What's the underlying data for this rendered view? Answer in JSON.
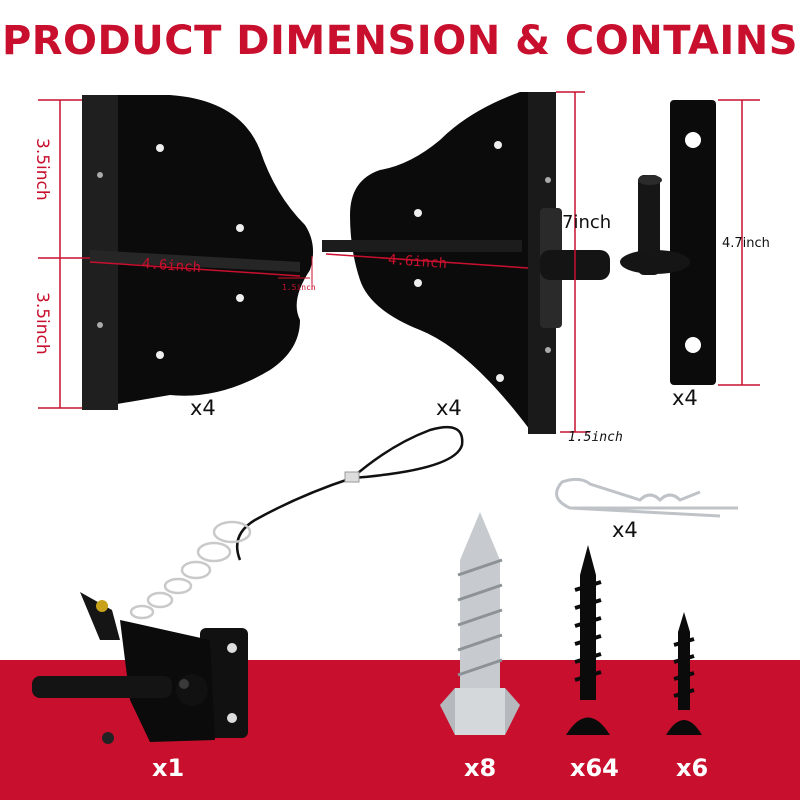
{
  "title": "PRODUCT DIMENSION & CONTAINS",
  "colors": {
    "accent": "#c8102e",
    "metal_black": "#0b0b0b",
    "steel": "#bfc3c7"
  },
  "dimensions": {
    "upper_height": "3.5inch",
    "lower_height": "3.5inch",
    "left_width": "4.6inch",
    "small_depth": "1.5inch",
    "right_width": "4.6inch",
    "bracket_height": "7inch",
    "pin_plate_height": "4.7inch",
    "foot_depth": "1.5inch"
  },
  "quantities": {
    "left_bracket": "x4",
    "right_bracket": "x4",
    "pin_plate": "x4",
    "hair_pin": "x4",
    "gate_latch": "x1",
    "lag_screw": "x8",
    "long_screw": "x64",
    "short_screw": "x6"
  },
  "items": [
    {
      "icon": "corner-bracket-icon"
    },
    {
      "icon": "latch-bracket-icon"
    },
    {
      "icon": "pin-plate-icon"
    },
    {
      "icon": "hair-pin-clip-icon"
    },
    {
      "icon": "gravity-latch-icon"
    },
    {
      "icon": "lag-screw-icon"
    },
    {
      "icon": "wood-screw-icon"
    }
  ]
}
